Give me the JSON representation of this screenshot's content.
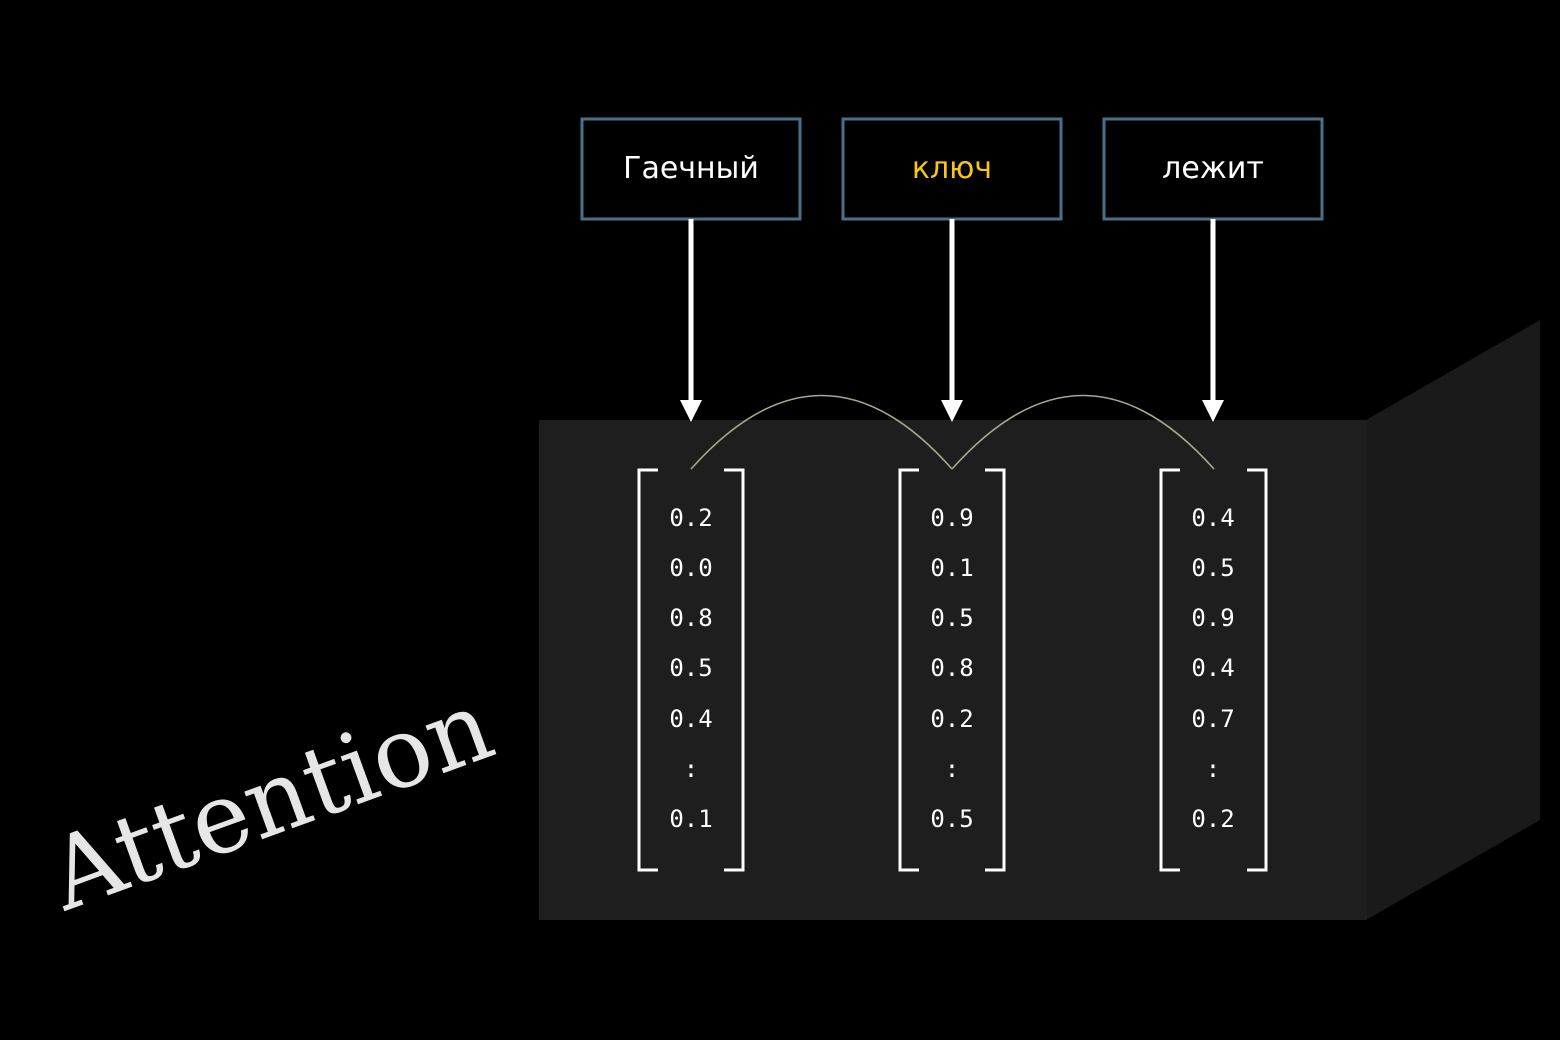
{
  "title": "Attention",
  "tokens": [
    {
      "label": "Гаечный",
      "highlight": false
    },
    {
      "label": "ключ",
      "highlight": true
    },
    {
      "label": "лежит",
      "highlight": false
    }
  ],
  "vectors": [
    [
      "0.2",
      "0.0",
      "0.8",
      "0.5",
      "0.4",
      ":",
      "0.1"
    ],
    [
      "0.9",
      "0.1",
      "0.5",
      "0.8",
      "0.2",
      ":",
      "0.5"
    ],
    [
      "0.4",
      "0.5",
      "0.9",
      "0.4",
      "0.7",
      ":",
      "0.2"
    ]
  ],
  "colors": {
    "background": "#000000",
    "box_front": "#1e1e1e",
    "box_side": "#1a1a1a",
    "token_border": "#4a7088",
    "token_text": "#ffffff",
    "token_highlight": "#f5c518",
    "arrow": "#ffffff",
    "attention_arc": "#a8a890",
    "bracket": "#ffffff",
    "vector_text": "#ffffff",
    "title": "#e6e6e6"
  }
}
